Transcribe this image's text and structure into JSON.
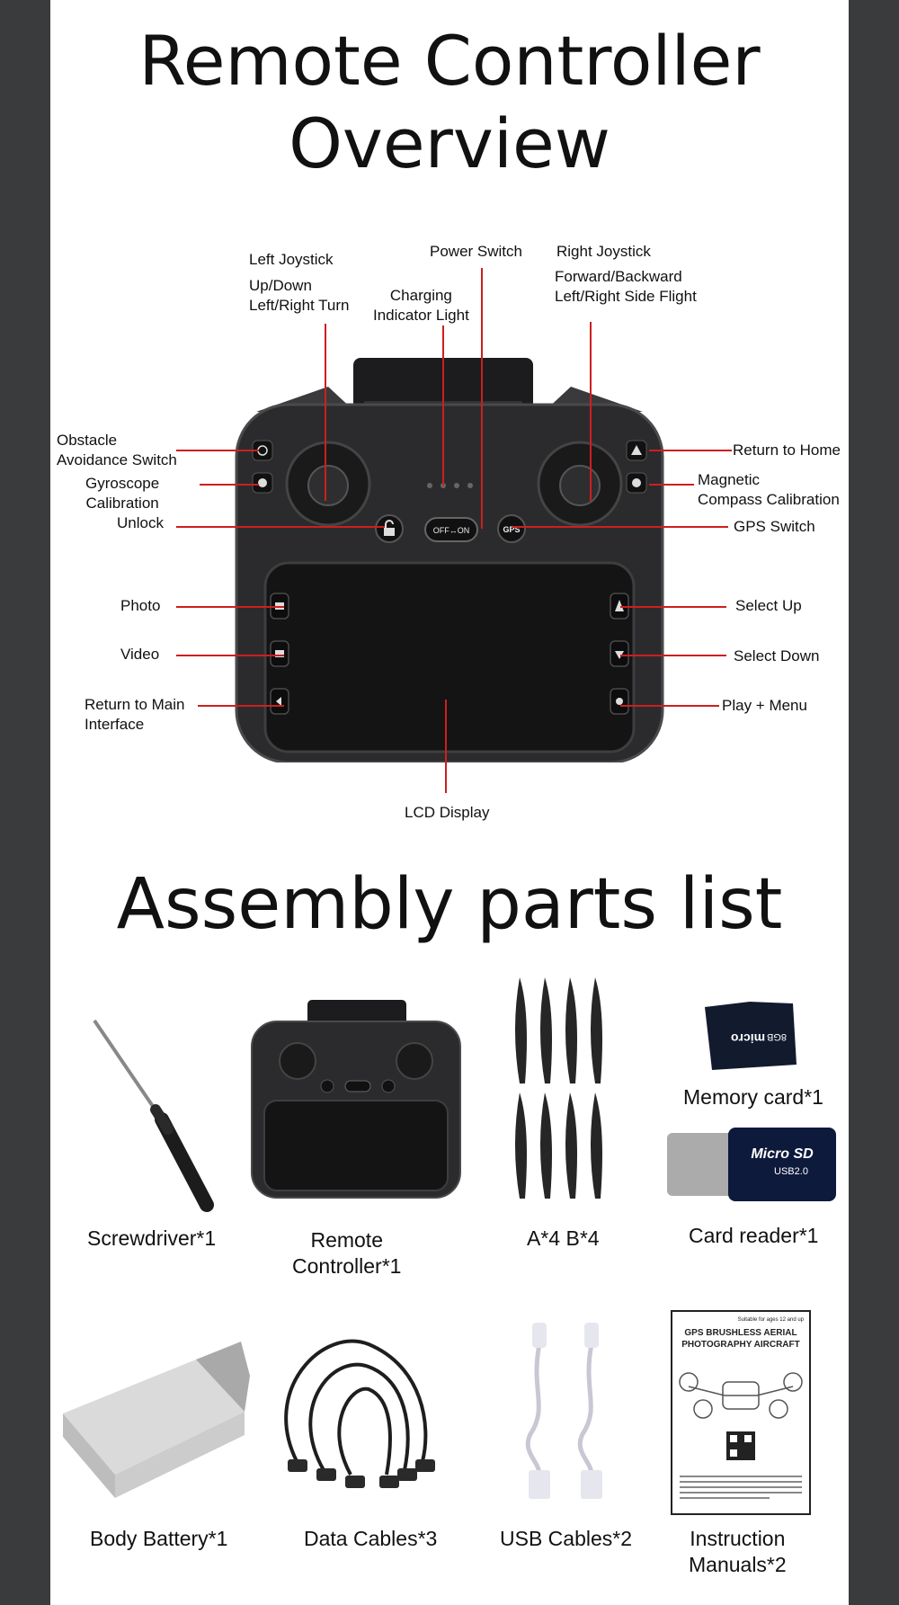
{
  "overview": {
    "title_line1": "Remote Controller",
    "title_line2": "Overview",
    "controller_buttons": {
      "power_switch_text": "OFF↔ON",
      "gps_text": "GPS"
    },
    "callouts": {
      "left_joystick": "Left Joystick",
      "left_joystick_desc1": "Up/Down",
      "left_joystick_desc2": "Left/Right Turn",
      "power_switch": "Power Switch",
      "charging1": "Charging",
      "charging2": "Indicator Light",
      "right_joystick": "Right Joystick",
      "right_joystick_desc1": "Forward/Backward",
      "right_joystick_desc2": "Left/Right Side Flight",
      "obstacle1": "Obstacle",
      "obstacle2": "Avoidance Switch",
      "gyro1": "Gyroscope",
      "gyro2": "Calibration",
      "unlock": "Unlock",
      "return_home": "Return to Home",
      "magnetic1": "Magnetic",
      "magnetic2": "Compass Calibration",
      "gps_switch": "GPS Switch",
      "photo": "Photo",
      "video": "Video",
      "return_main1": "Return to Main",
      "return_main2": "Interface",
      "select_up": "Select Up",
      "select_down": "Select Down",
      "play_menu": "Play + Menu",
      "lcd": "LCD Display"
    }
  },
  "parts": {
    "title": "Assembly parts list",
    "items": {
      "screwdriver": "Screwdriver*1",
      "remote1": "Remote",
      "remote2": "Controller*1",
      "props": "A*4  B*4",
      "memory": "Memory card*1",
      "reader": "Card reader*1",
      "battery": "Body Battery*1",
      "data_cables": "Data Cables*3",
      "usb_cables": "USB Cables*2",
      "manuals1": "Instruction",
      "manuals2": "Manuals*2"
    },
    "card_text": {
      "memory_brand": "micro",
      "memory_size": "8GB",
      "reader_brand": "Micro SD",
      "reader_sub": "USB2.0"
    },
    "manual_text": {
      "age": "Suitable for ages 12 and up",
      "line1": "GPS BRUSHLESS AERIAL",
      "line2": "PHOTOGRAPHY AIRCRAFT"
    }
  },
  "colors": {
    "callout_line": "#cc1f1f",
    "controller_body": "#2b2b2d",
    "lcd_panel": "#141415",
    "side_bars": "#3a3b3d"
  }
}
